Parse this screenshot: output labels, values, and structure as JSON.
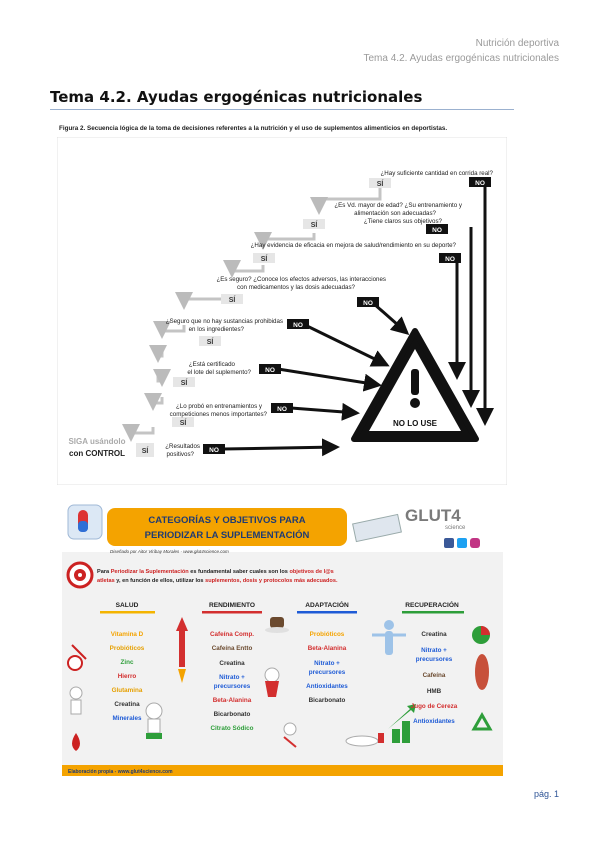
{
  "header": {
    "line1": "Nutrición deportiva",
    "line2": "Tema 4.2. Ayudas ergogénicas nutricionales"
  },
  "title": "Tema 4.2. Ayudas ergogénicas nutricionales",
  "figure1": {
    "caption": "Figura 2. Secuencia lógica de la toma de decisiones referentes a la nutrición y el uso de suplementos alimenticios en deportistas.",
    "q1": "¿Hay suficiente cantidad en corrida real?",
    "q2a": "¿Es Vd. mayor de edad? ¿Su entrenamiento y",
    "q2b": "alimentación son adecuadas?",
    "q2c": "¿Tiene claros sus objetivos?",
    "q3": "¿Hay evidencia de eficacia en mejora de salud/rendimiento en su deporte?",
    "q4a": "¿Es seguro? ¿Conoce los efectos adversos, las interacciones",
    "q4b": "con medicamentos y las dosis adecuadas?",
    "q5a": "¿Seguro que no hay sustancias prohibidas",
    "q5b": "en los ingredientes?",
    "q6a": "¿Está certificado",
    "q6b": "el lote del suplemento?",
    "q7a": "¿Lo probó en entrenamientos y",
    "q7b": "competiciones menos importantes?",
    "q8a": "¿Resultados",
    "q8b": "positivos?",
    "yes": "SÍ",
    "no": "NO",
    "siga1": "SIGA usándolo",
    "siga2": "con CONTROL",
    "warning": "NO LO USE"
  },
  "figure2": {
    "banner1": "CATEGORÍAS Y OBJETIVOS PARA",
    "banner2": "PERIODIZAR LA SUPLEMENTACIÓN",
    "credit": "Diseñado por Aitor Viribay Morales - www.glut4science.com",
    "brand": "GLUT4",
    "brand_sub": "science",
    "intro1_a": "Para ",
    "intro1_b": "Periodizar la Suplementación",
    "intro1_c": " es fundamental saber cuales son los ",
    "intro1_d": "objetivos de l@s",
    "intro2_a": "atletas",
    "intro2_b": " y, en función de ellos, utilizar los ",
    "intro2_c": "suplementos, dosis y protocolos más adecuados.",
    "categories": [
      {
        "name": "SALUD",
        "items": [
          "Vitamina D",
          "Probióticos",
          "Zinc",
          "Hierro",
          "Glutamina",
          "Creatina",
          "Minerales"
        ]
      },
      {
        "name": "RENDIMIENTO",
        "items": [
          "Cafeína Comp.",
          "Cafeína Entto",
          "Creatina",
          "Nitrato +",
          "precursores",
          "Beta-Alanina",
          "Bicarbonato",
          "Citrato Sódico"
        ]
      },
      {
        "name": "ADAPTACIÓN",
        "items": [
          "Probióticos",
          "Beta-Alanina",
          "Nitrato +",
          "precursores",
          "Antioxidantes",
          "Bicarbonato"
        ]
      },
      {
        "name": "RECUPERACIÓN",
        "items": [
          "Creatina",
          "Nitrato +",
          "precursores",
          "Cafeína",
          "HMB",
          "Jugo de Cereza",
          "Antioxidantes"
        ]
      }
    ],
    "footer": "Elaboración propia - www.glut4science.com"
  },
  "page_number": "pág. 1"
}
